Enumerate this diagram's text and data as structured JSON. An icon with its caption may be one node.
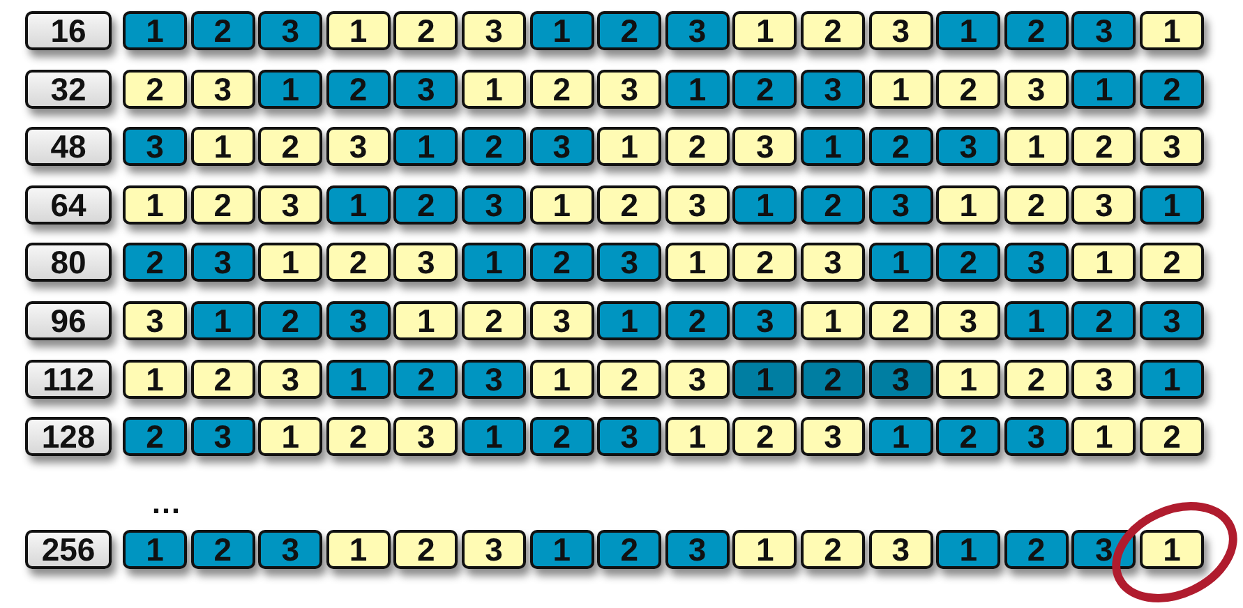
{
  "diagram": {
    "nodes": [
      {
        "text": [
          "16"
        ]
      },
      {
        "text": [
          "1"
        ]
      },
      {
        "text": [
          "2"
        ]
      },
      {
        "text": [
          "3"
        ]
      },
      {
        "text": [
          "1"
        ]
      },
      {
        "text": [
          "2"
        ]
      },
      {
        "text": [
          "3"
        ]
      },
      {
        "text": [
          "1"
        ]
      },
      {
        "text": [
          "2"
        ]
      },
      {
        "text": [
          "3"
        ]
      },
      {
        "text": [
          "1"
        ]
      },
      {
        "text": [
          "2"
        ]
      },
      {
        "text": [
          "3"
        ]
      },
      {
        "text": [
          "1"
        ]
      },
      {
        "text": [
          "2"
        ]
      },
      {
        "text": [
          "3"
        ]
      },
      {
        "text": [
          "1"
        ]
      },
      {
        "text": [
          "32"
        ]
      },
      {
        "text": [
          "2"
        ]
      },
      {
        "text": [
          "3"
        ]
      },
      {
        "text": [
          "1"
        ]
      },
      {
        "text": [
          "2"
        ]
      },
      {
        "text": [
          "3"
        ]
      },
      {
        "text": [
          "1"
        ]
      },
      {
        "text": [
          "2"
        ]
      },
      {
        "text": [
          "3"
        ]
      },
      {
        "text": [
          "1"
        ]
      },
      {
        "text": [
          "2"
        ]
      },
      {
        "text": [
          "3"
        ]
      },
      {
        "text": [
          "1"
        ]
      },
      {
        "text": [
          "2"
        ]
      },
      {
        "text": [
          "3"
        ]
      },
      {
        "text": [
          "1"
        ]
      },
      {
        "text": [
          "2"
        ]
      },
      {
        "text": [
          "48"
        ]
      },
      {
        "text": [
          "3"
        ]
      },
      {
        "text": [
          "1"
        ]
      },
      {
        "text": [
          "2"
        ]
      },
      {
        "text": [
          "3"
        ]
      },
      {
        "text": [
          "1"
        ]
      },
      {
        "text": [
          "2"
        ]
      },
      {
        "text": [
          "3"
        ]
      },
      {
        "text": [
          "1"
        ]
      },
      {
        "text": [
          "2"
        ]
      },
      {
        "text": [
          "3"
        ]
      },
      {
        "text": [
          "1"
        ]
      },
      {
        "text": [
          "2"
        ]
      },
      {
        "text": [
          "3"
        ]
      },
      {
        "text": [
          "1"
        ]
      },
      {
        "text": [
          "2"
        ]
      },
      {
        "text": [
          "3"
        ]
      },
      {
        "text": [
          "64"
        ]
      },
      {
        "text": [
          "1"
        ]
      },
      {
        "text": [
          "2"
        ]
      },
      {
        "text": [
          "3"
        ]
      },
      {
        "text": [
          "1"
        ]
      },
      {
        "text": [
          "2"
        ]
      },
      {
        "text": [
          "3"
        ]
      },
      {
        "text": [
          "1"
        ]
      },
      {
        "text": [
          "2"
        ]
      },
      {
        "text": [
          "3"
        ]
      },
      {
        "text": [
          "1"
        ]
      },
      {
        "text": [
          "2"
        ]
      },
      {
        "text": [
          "3"
        ]
      },
      {
        "text": [
          "1"
        ]
      },
      {
        "text": [
          "2"
        ]
      },
      {
        "text": [
          "3"
        ]
      },
      {
        "text": [
          "1"
        ]
      },
      {
        "text": [
          "80"
        ]
      },
      {
        "text": [
          "2"
        ]
      },
      {
        "text": [
          "3"
        ]
      },
      {
        "text": [
          "1"
        ]
      },
      {
        "text": [
          "2"
        ]
      },
      {
        "text": [
          "3"
        ]
      },
      {
        "text": [
          "1"
        ]
      },
      {
        "text": [
          "2"
        ]
      },
      {
        "text": [
          "3"
        ]
      },
      {
        "text": [
          "1"
        ]
      },
      {
        "text": [
          "2"
        ]
      },
      {
        "text": [
          "3"
        ]
      },
      {
        "text": [
          "1"
        ]
      },
      {
        "text": [
          "2"
        ]
      },
      {
        "text": [
          "3"
        ]
      },
      {
        "text": [
          "1"
        ]
      },
      {
        "text": [
          "2"
        ]
      },
      {
        "text": [
          "96"
        ]
      },
      {
        "text": [
          "3"
        ]
      },
      {
        "text": [
          "1"
        ]
      },
      {
        "text": [
          "2"
        ]
      },
      {
        "text": [
          "3"
        ]
      },
      {
        "text": [
          "1"
        ]
      },
      {
        "text": [
          "2"
        ]
      },
      {
        "text": [
          "3"
        ]
      },
      {
        "text": [
          "1"
        ]
      },
      {
        "text": [
          "2"
        ]
      },
      {
        "text": [
          "3"
        ]
      },
      {
        "text": [
          "1"
        ]
      },
      {
        "text": [
          "2"
        ]
      },
      {
        "text": [
          "3"
        ]
      },
      {
        "text": [
          "1"
        ]
      },
      {
        "text": [
          "2"
        ]
      },
      {
        "text": [
          "3"
        ]
      },
      {
        "text": [
          "112"
        ]
      },
      {
        "text": [
          "1"
        ]
      },
      {
        "text": [
          "2"
        ]
      },
      {
        "text": [
          "3"
        ]
      },
      {
        "text": [
          "1"
        ]
      },
      {
        "text": [
          "2"
        ]
      },
      {
        "text": [
          "3"
        ]
      },
      {
        "text": [
          "1"
        ]
      },
      {
        "text": [
          "2"
        ]
      },
      {
        "text": [
          "3"
        ]
      },
      {
        "text": [
          "1"
        ]
      },
      {
        "text": [
          "2"
        ]
      },
      {
        "text": [
          "3"
        ]
      },
      {
        "text": [
          "1"
        ]
      },
      {
        "text": [
          "2"
        ]
      },
      {
        "text": [
          "3"
        ]
      },
      {
        "text": [
          "1"
        ]
      },
      {
        "text": [
          "128"
        ]
      },
      {
        "text": [
          "2"
        ]
      },
      {
        "text": [
          "3"
        ]
      },
      {
        "text": [
          "1"
        ]
      },
      {
        "text": [
          "2"
        ]
      },
      {
        "text": [
          "3"
        ]
      },
      {
        "text": [
          "1"
        ]
      },
      {
        "text": [
          "2"
        ]
      },
      {
        "text": [
          "3"
        ]
      },
      {
        "text": [
          "1"
        ]
      },
      {
        "text": [
          "2"
        ]
      },
      {
        "text": [
          "3"
        ]
      },
      {
        "text": [
          "1"
        ]
      },
      {
        "text": [
          "2"
        ]
      },
      {
        "text": [
          "3"
        ]
      },
      {
        "text": [
          "1"
        ]
      },
      {
        "text": [
          "2"
        ]
      },
      {
        "text": [
          "256"
        ]
      },
      {
        "text": [
          "1"
        ]
      },
      {
        "text": [
          "2"
        ]
      },
      {
        "text": [
          "3"
        ]
      },
      {
        "text": [
          "1"
        ]
      },
      {
        "text": [
          "2"
        ]
      },
      {
        "text": [
          "3"
        ]
      },
      {
        "text": [
          "1"
        ]
      },
      {
        "text": [
          "2"
        ]
      },
      {
        "text": [
          "3"
        ]
      },
      {
        "text": [
          "1"
        ]
      },
      {
        "text": [
          "2"
        ]
      },
      {
        "text": [
          "3"
        ]
      },
      {
        "text": [
          "1"
        ]
      },
      {
        "text": [
          "2"
        ]
      },
      {
        "text": [
          "3"
        ]
      },
      {
        "text": [
          "1"
        ]
      }
    ],
    "labels": [
      "…"
    ]
  }
}
